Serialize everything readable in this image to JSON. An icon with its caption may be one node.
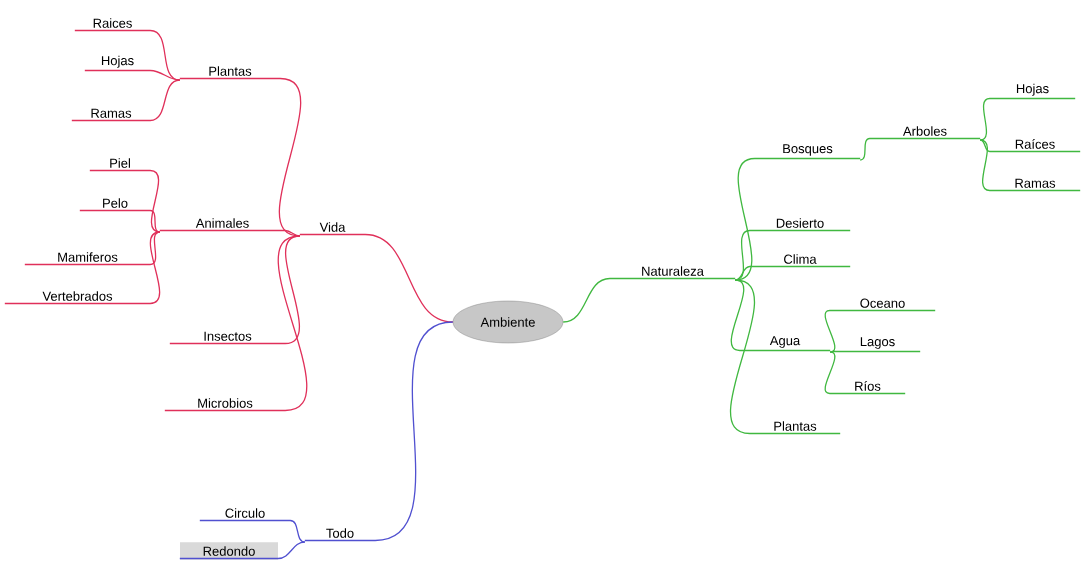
{
  "diagram": {
    "nodes": [
      {
        "text": [
          "Ambiente"
        ]
      },
      {
        "text": [
          "Vida"
        ]
      },
      {
        "text": [
          "Plantas"
        ]
      },
      {
        "text": [
          "Raices"
        ]
      },
      {
        "text": [
          "Hojas"
        ]
      },
      {
        "text": [
          "Ramas"
        ]
      },
      {
        "text": [
          "Animales"
        ]
      },
      {
        "text": [
          "Piel"
        ]
      },
      {
        "text": [
          "Pelo"
        ]
      },
      {
        "text": [
          "Mamiferos"
        ]
      },
      {
        "text": [
          "Vertebrados"
        ]
      },
      {
        "text": [
          "Insectos"
        ]
      },
      {
        "text": [
          "Microbios"
        ]
      },
      {
        "text": [
          "Naturaleza"
        ]
      },
      {
        "text": [
          "Bosques"
        ]
      },
      {
        "text": [
          "Arboles"
        ]
      },
      {
        "text": [
          "Hojas"
        ]
      },
      {
        "text": [
          "Raíces"
        ]
      },
      {
        "text": [
          "Ramas"
        ]
      },
      {
        "text": [
          "Desierto"
        ]
      },
      {
        "text": [
          "Clima"
        ]
      },
      {
        "text": [
          "Agua"
        ]
      },
      {
        "text": [
          "Oceano"
        ]
      },
      {
        "text": [
          "Lagos"
        ]
      },
      {
        "text": [
          "Ríos"
        ]
      },
      {
        "text": [
          "Plantas"
        ]
      },
      {
        "text": [
          "Todo"
        ]
      },
      {
        "text": [
          "Circulo"
        ]
      },
      {
        "text": [
          "Redondo"
        ]
      }
    ],
    "edges": [
      {
        "from": 0,
        "to": 1,
        "arrow": "none",
        "color": "#e0305a"
      },
      {
        "from": 1,
        "to": 2,
        "arrow": "none",
        "color": "#e0305a"
      },
      {
        "from": 2,
        "to": 3,
        "arrow": "none",
        "color": "#e0305a"
      },
      {
        "from": 2,
        "to": 4,
        "arrow": "none",
        "color": "#e0305a"
      },
      {
        "from": 2,
        "to": 5,
        "arrow": "none",
        "color": "#e0305a"
      },
      {
        "from": 1,
        "to": 6,
        "arrow": "none",
        "color": "#e0305a"
      },
      {
        "from": 6,
        "to": 7,
        "arrow": "none",
        "color": "#e0305a"
      },
      {
        "from": 6,
        "to": 8,
        "arrow": "none",
        "color": "#e0305a"
      },
      {
        "from": 6,
        "to": 9,
        "arrow": "none",
        "color": "#e0305a"
      },
      {
        "from": 6,
        "to": 10,
        "arrow": "none",
        "color": "#e0305a"
      },
      {
        "from": 1,
        "to": 11,
        "arrow": "none",
        "color": "#e0305a"
      },
      {
        "from": 1,
        "to": 12,
        "arrow": "none",
        "color": "#e0305a"
      },
      {
        "from": 0,
        "to": 13,
        "arrow": "none"
      },
      {
        "from": 13,
        "to": 14,
        "arrow": "none"
      },
      {
        "from": 14,
        "to": 15,
        "arrow": "none"
      },
      {
        "from": 15,
        "to": 16,
        "arrow": "none"
      },
      {
        "from": 15,
        "to": 17,
        "arrow": "none"
      },
      {
        "from": 15,
        "to": 18,
        "arrow": "none"
      },
      {
        "from": 13,
        "to": 19,
        "arrow": "none"
      },
      {
        "from": 13,
        "to": 20,
        "arrow": "none"
      },
      {
        "from": 13,
        "to": 21,
        "arrow": "none"
      },
      {
        "from": 21,
        "to": 22,
        "arrow": "none"
      },
      {
        "from": 21,
        "to": 23,
        "arrow": "none"
      },
      {
        "from": 21,
        "to": 24,
        "arrow": "none"
      },
      {
        "from": 13,
        "to": 25,
        "arrow": "none"
      },
      {
        "from": 0,
        "to": 26,
        "arrow": "none",
        "color": "#5050d0"
      },
      {
        "from": 26,
        "to": 27,
        "arrow": "none",
        "color": "#5050d0"
      },
      {
        "from": 26,
        "to": 28,
        "arrow": "none",
        "color": "#5050d0"
      }
    ]
  }
}
